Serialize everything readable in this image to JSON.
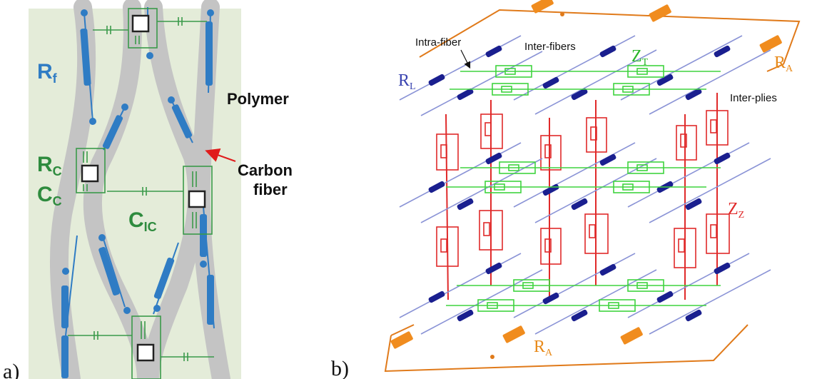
{
  "panel_a": {
    "caption": "a)",
    "labels": {
      "rf_main": "R",
      "rf_sub": "f",
      "rc_main": "R",
      "rc_sub": "C",
      "cc_main": "C",
      "cc_sub": "C",
      "cic_main": "C",
      "cic_sub": "IC",
      "polymer": "Polymer",
      "carbon_line1": "Carbon",
      "carbon_line2": "fiber"
    },
    "colors": {
      "background": "#e4ecd9",
      "fiber": "#c4c4c4",
      "resistor": "#2f7cc4",
      "capacitor": "#3a9a4a",
      "text_blue": "#2f7cc4",
      "text_green": "#2e8b3e",
      "arrow": "#e01c1c"
    }
  },
  "panel_b": {
    "caption": "b)",
    "labels": {
      "intra_fiber": "Intra-fiber",
      "inter_fibers": "Inter-fibers",
      "zt_main": "Z",
      "zt_sub": "T",
      "ra_top_main": "R",
      "ra_top_sub": "A",
      "rl_main": "R",
      "rl_sub": "L",
      "inter_plies": "Inter-plies",
      "zz_main": "Z",
      "zz_sub": "Z",
      "ra_bottom_main": "R",
      "ra_bottom_sub": "A"
    },
    "colors": {
      "frame": "#e07a1a",
      "resistor_a": "#f08c1e",
      "fiber_line": "#8a93d6",
      "fiber_resistor": "#1a1f8f",
      "inter_fiber": "#3fd43f",
      "inter_ply": "#e02a2a",
      "text_blue": "#3a44b0",
      "text_green": "#2ab52a",
      "text_orange": "#e88a1a",
      "text_red": "#e02a2a"
    }
  }
}
